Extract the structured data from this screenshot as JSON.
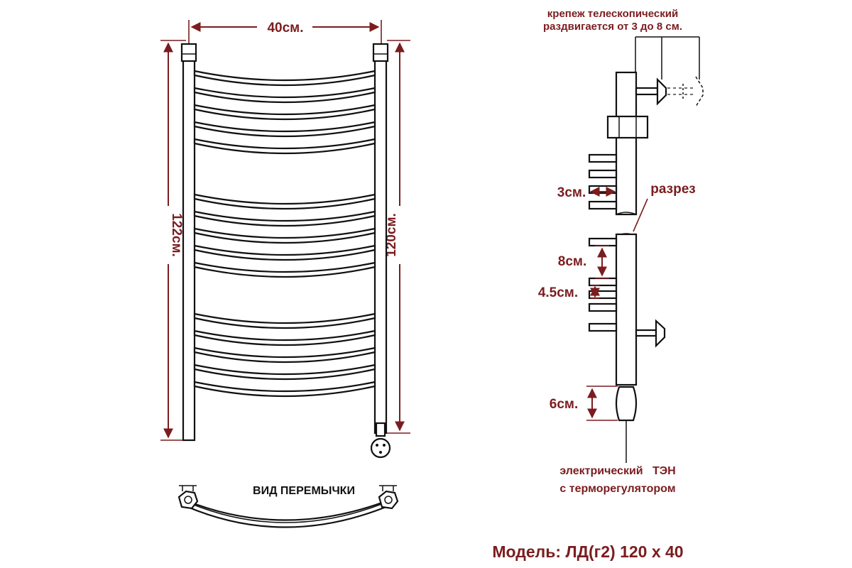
{
  "front_view": {
    "width_label": "40см.",
    "height_total_label": "122см.",
    "height_rails_label": "120см.",
    "rung_groups": [
      5,
      5,
      5
    ]
  },
  "side_view": {
    "mount_label_line1": "крепеж телескопический",
    "mount_label_line2": "раздвигается от 3 до 8 см.",
    "cut_label": "разрез",
    "depth_label": "3см.",
    "spacing_large_label": "8см.",
    "spacing_small_label": "4.5см.",
    "heater_height_label": "6см.",
    "heater_label_line1": "электрический   ТЭН",
    "heater_label_line2": "с терморегулятором"
  },
  "jumper_view": {
    "label": "ВИД ПЕРЕМЫЧКИ"
  },
  "model": {
    "label": "Модель: ЛД(г2) 120 х 40"
  },
  "colors": {
    "annotation": "#7b1c1f",
    "outline": "#111111"
  }
}
